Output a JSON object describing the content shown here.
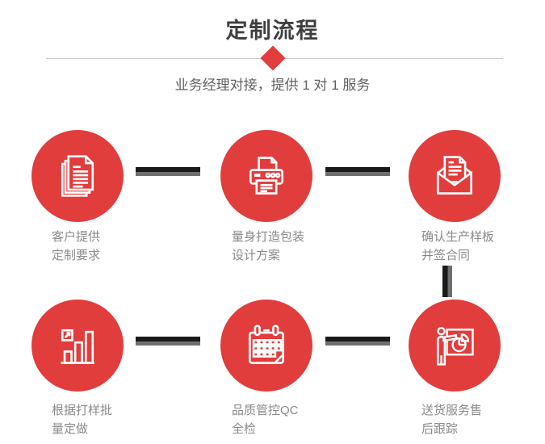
{
  "header": {
    "title": "定制流程",
    "subtitle": "业务经理对接，提供 1 对 1 服务"
  },
  "steps": [
    {
      "icon": "stacked-documents-icon",
      "label_line1": "客户提供",
      "label_line2": "定制要求"
    },
    {
      "icon": "printer-icon",
      "label_line1": "量身打造包装",
      "label_line2": "设计方案"
    },
    {
      "icon": "open-envelope-icon",
      "label_line1": "确认生产样板",
      "label_line2": "并签合同"
    },
    {
      "icon": "bar-chart-icon",
      "label_line1": "根据打样批",
      "label_line2": "量定做"
    },
    {
      "icon": "calendar-icon",
      "label_line1": "品质管控QC",
      "label_line2": "全检"
    },
    {
      "icon": "presentation-icon",
      "label_line1": "送货服务售",
      "label_line2": "后跟踪"
    }
  ],
  "colors": {
    "accent_red": "#e23d3d",
    "connector_dark": "#1a1a1a",
    "connector_light": "#6f6f6f",
    "divider_gray": "#cccccc",
    "title_gray": "#3f3f3f",
    "subtitle_gray": "#5f5f5f",
    "label_gray": "#8a8a8a"
  }
}
